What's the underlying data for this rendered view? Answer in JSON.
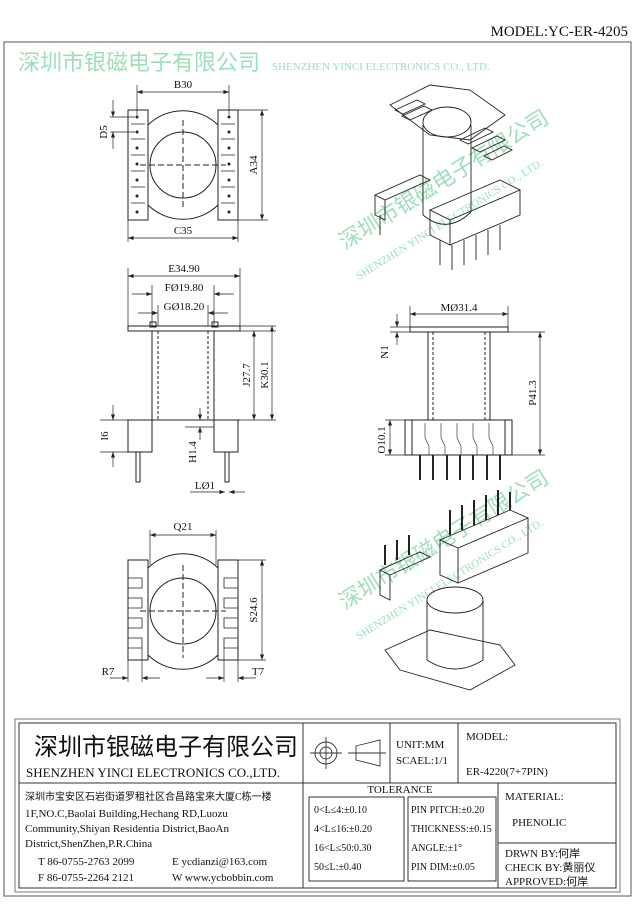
{
  "header": {
    "model_label": "MODEL:YC-ER-4205"
  },
  "watermark": {
    "cn": "深圳市银磁电子有限公司",
    "en": "SHENZHEN YINCI ELECTRONICS CO., LTD."
  },
  "dimensions": {
    "top_view": {
      "b": "B30",
      "d": "D5",
      "a": "A34",
      "c": "C35"
    },
    "side_view": {
      "e": "E34.90",
      "f": "FØ19.80",
      "g": "GØ18.20",
      "j": "J27.7",
      "k": "K30.1",
      "i": "I6",
      "h": "H1.4",
      "l": "LØ1"
    },
    "front_view": {
      "m": "MØ31.4",
      "n": "N1",
      "p": "P41.3",
      "o": "O10.1"
    },
    "bottom_view": {
      "q": "Q21",
      "s": "S24.6",
      "r": "R7",
      "t": "T7"
    }
  },
  "title_block": {
    "company_cn": "深圳市银磁电子有限公司",
    "company_en": "SHENZHEN YINCI ELECTRONICS CO.,LTD.",
    "unit": "UNIT:MM",
    "scale": "SCAEL:1/1",
    "model_label": "MODEL:",
    "model_value": "ER-4220(7+7PIN)",
    "address_cn": "深圳市宝安区石岩街道罗租社区合昌路宝来大厦C栋一楼",
    "address_en": [
      "1F,NO.C,Baolai Building,Hechang RD,Luozu",
      "Community,Shiyan Residentia District,BaoAn",
      "District,ShenZhen,P.R.China"
    ],
    "tel": "T 86-0755-2763 2099",
    "fax": "F 86-0755-2264 2121",
    "email": "E ycdianzi@163.com",
    "web": "W www.ycbobbin.com",
    "tolerance_title": "TOLERANCE",
    "tolerance_left": [
      "0<L≤4:±0.10",
      "4<L≤16:±0.20",
      "16<L≤50:0.30",
      "50≤L:±0.40"
    ],
    "tolerance_right": [
      "PIN PITCH:±0.20",
      "THICKNESS:±0.15",
      "ANGLE:±1°",
      "PIN DIM:±0.05"
    ],
    "material_label": "MATERIAL:",
    "material_value": "PHENOLIC",
    "drawn_by": "DRWN BY:何岸",
    "check_by": "CHECK BY:黄丽仪",
    "approved": "APPROVED:何岸"
  }
}
